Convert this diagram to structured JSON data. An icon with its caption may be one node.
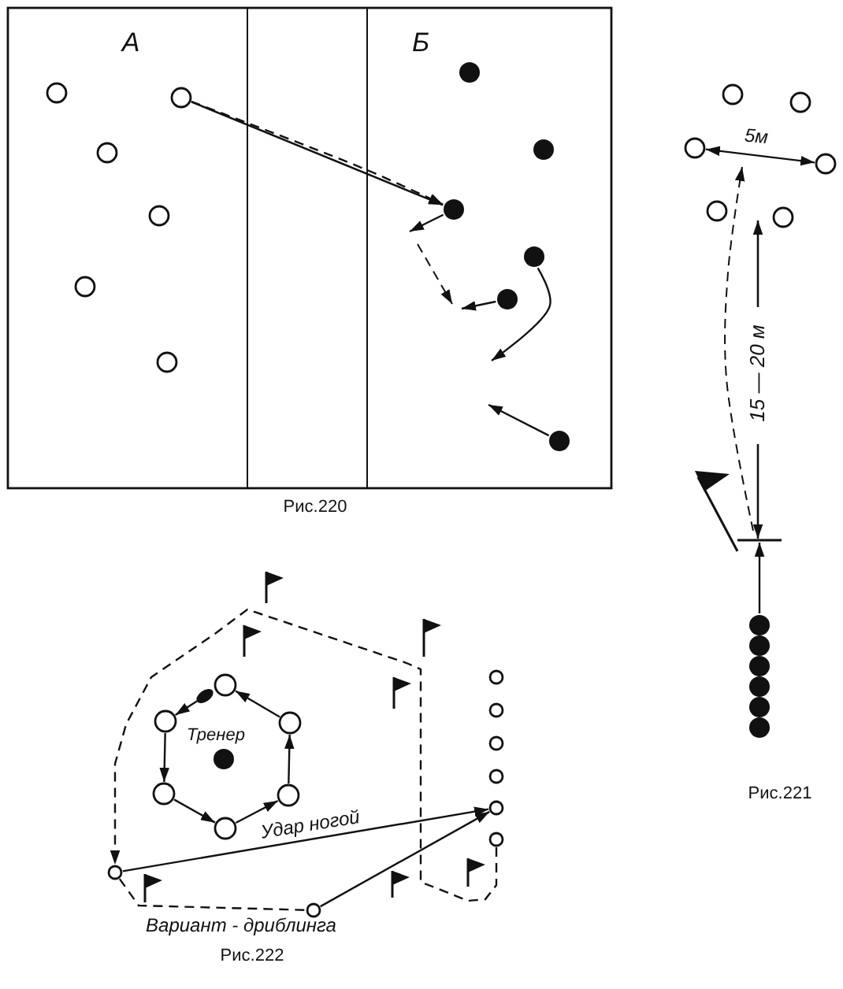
{
  "diagram": {
    "nodes": [
      {
        "text": [],
        "shape": "circle"
      },
      {
        "text": [],
        "shape": "circle"
      },
      {
        "text": [],
        "shape": "circle"
      },
      {
        "text": [],
        "shape": "circle"
      },
      {
        "text": [],
        "shape": "circle"
      },
      {
        "text": [],
        "shape": "circle"
      },
      {
        "text": [],
        "shape": "dot"
      },
      {
        "text": [],
        "shape": "dot"
      },
      {
        "text": [],
        "shape": "dot"
      },
      {
        "text": [],
        "shape": "dot"
      },
      {
        "text": [],
        "shape": "dot"
      },
      {
        "text": [],
        "shape": "dot"
      },
      {
        "text": [],
        "shape": "circle"
      },
      {
        "text": [],
        "shape": "circle"
      },
      {
        "text": [],
        "shape": "circle"
      },
      {
        "text": [],
        "shape": "circle"
      },
      {
        "text": [],
        "shape": "circle"
      },
      {
        "text": [],
        "shape": "circle"
      },
      {
        "text": [],
        "shape": "dot"
      },
      {
        "text": [],
        "shape": "dot"
      },
      {
        "text": [],
        "shape": "dot"
      },
      {
        "text": [],
        "shape": "dot"
      },
      {
        "text": [],
        "shape": "dot"
      },
      {
        "text": [],
        "shape": "dot"
      },
      {
        "text": [],
        "shape": "circle"
      },
      {
        "text": [],
        "shape": "oval"
      },
      {
        "text": [],
        "shape": "circle"
      },
      {
        "text": [],
        "shape": "circle"
      },
      {
        "text": [],
        "shape": "dot",
        "beside": [
          "Тренер"
        ]
      },
      {
        "text": [],
        "shape": "circle"
      },
      {
        "text": [],
        "shape": "circle"
      },
      {
        "text": [],
        "shape": "circle"
      },
      {
        "text": [],
        "shape": "circle"
      },
      {
        "text": [],
        "shape": "circle"
      },
      {
        "text": [],
        "shape": "circle"
      },
      {
        "text": [],
        "shape": "circle"
      },
      {
        "text": [],
        "shape": "circle"
      },
      {
        "text": [],
        "shape": "circle"
      },
      {
        "text": [],
        "shape": "circle"
      },
      {
        "text": [],
        "shape": "circle"
      },
      {
        "text": [],
        "shape": "bar"
      }
    ],
    "edges": [
      {
        "from": 1,
        "to": 8,
        "arrow": "to"
      },
      {
        "from": 1,
        "to": 8,
        "arrow": "to",
        "style": "dashed"
      },
      {
        "from": 8,
        "to": null,
        "arrow": "to"
      },
      {
        "from": 10,
        "to": null,
        "arrow": "to"
      },
      {
        "from": 9,
        "to": null,
        "arrow": "to"
      },
      {
        "from": 11,
        "to": null,
        "arrow": "to"
      },
      {
        "from": 18,
        "to": 40,
        "arrow": "to"
      },
      {
        "from": 27,
        "to": 24,
        "arrow": "to"
      },
      {
        "from": 25,
        "to": 26,
        "arrow": "to"
      },
      {
        "from": 26,
        "to": 29,
        "arrow": "to"
      },
      {
        "from": 29,
        "to": 31,
        "arrow": "to"
      },
      {
        "from": 31,
        "to": 30,
        "arrow": "to"
      },
      {
        "from": 30,
        "to": 27,
        "arrow": "to"
      },
      {
        "from": 38,
        "to": 36,
        "arrow": "to",
        "label": "Удар ногой"
      },
      {
        "from": 39,
        "to": 36,
        "arrow": "to"
      },
      {
        "from": 37,
        "to": 38,
        "arrow": "to",
        "style": "dashed"
      },
      {
        "from": 38,
        "to": 39,
        "arrow": "none",
        "style": "dashed"
      },
      {
        "from": 14,
        "to": 15,
        "arrow": "both",
        "label": "5м"
      }
    ],
    "labels": [
      "А",
      "Б",
      "Рис.220",
      "15 — 20 м",
      "Рис.221",
      "Вариант - дриблинга",
      "Рис.222"
    ]
  }
}
